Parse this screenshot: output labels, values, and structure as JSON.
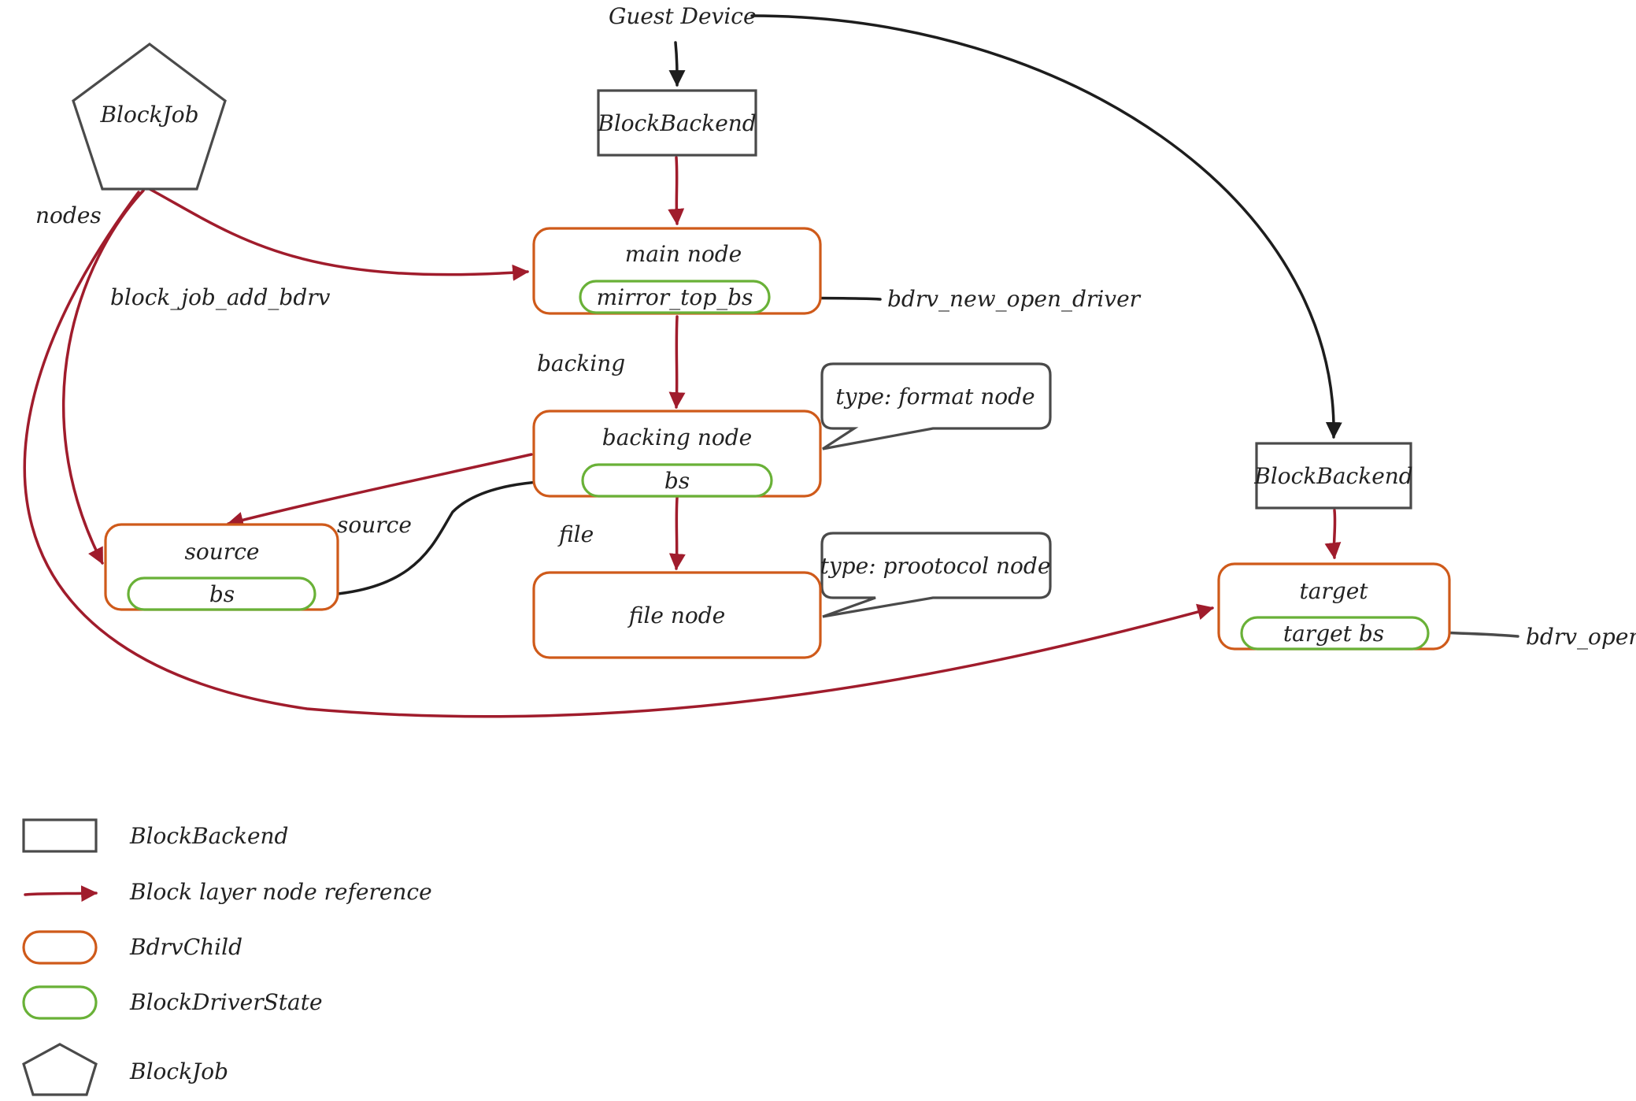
{
  "labels": {
    "guest_device": "Guest Device",
    "block_backend_top": "BlockBackend",
    "block_backend_right": "BlockBackend",
    "block_job": "BlockJob",
    "nodes": "nodes",
    "block_job_add_bdrv": "block_job_add_bdrv",
    "main_node": "main node",
    "mirror_top_bs": "mirror_top_bs",
    "bdrv_new_open_driver": "bdrv_new_open_driver",
    "backing": "backing",
    "backing_node": "backing node",
    "backing_bs": "bs",
    "type_format_node": "type: format node",
    "source_edge": "source",
    "source_node": "source",
    "source_bs": "bs",
    "file_edge": "file",
    "file_node": "file node",
    "type_protocol_node": "type: prootocol node",
    "target": "target",
    "target_bs": "target bs",
    "bdrv_open": "bdrv_open"
  },
  "legend": [
    {
      "shape": "rectangle",
      "label": "BlockBackend"
    },
    {
      "shape": "red-arrow",
      "label": "Block layer node reference"
    },
    {
      "shape": "orange-rounded",
      "label": "BdrvChild"
    },
    {
      "shape": "green-rounded",
      "label": "BlockDriverState"
    },
    {
      "shape": "pentagon",
      "label": "BlockJob"
    }
  ],
  "colors": {
    "block_backend": "#4a4a4a",
    "node_reference": "#a01c2c",
    "bdrv_child": "#cf5a1a",
    "block_driver_state": "#69b137",
    "text": "#222222"
  }
}
